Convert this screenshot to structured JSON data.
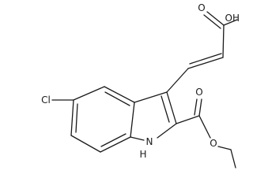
{
  "structure": {
    "atoms": {
      "chlorine": "Cl",
      "hydroxyl": "OH",
      "carboxyl_carbonyl_oxygen": "O",
      "ester_carbonyl_oxygen": "O",
      "ester_oxygen": "O",
      "indole_nitrogen": "N",
      "indole_hydrogen": "H"
    },
    "colors": {
      "bond": "#1a1a1a",
      "label": "#1a1a1a",
      "background": "#ffffff"
    }
  }
}
